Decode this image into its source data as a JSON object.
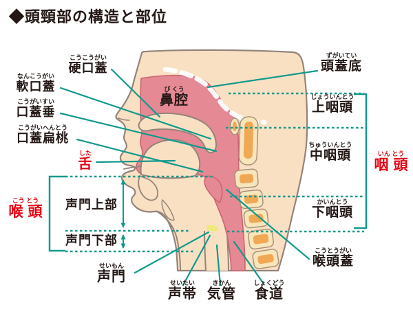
{
  "title": "◆頭頸部の構造と部位",
  "colors": {
    "accent_teal": "#12998C",
    "label_red": "#E60012",
    "text_dark": "#231815",
    "skin": "#F9E0C3",
    "cavity_pink": "#E58994",
    "vertebra_orange": "#F0A855",
    "vertebra_cream": "#F7E6BC",
    "glottis_yellow": "#EFE87D"
  },
  "labels": {
    "left": [
      {
        "furigana": "こうこうがい",
        "text": "硬口蓋"
      },
      {
        "furigana": "なんこうがい",
        "text": "軟口蓋"
      },
      {
        "furigana": "こうがいすい",
        "text": "口蓋垂"
      },
      {
        "furigana": "こうがいへんとう",
        "text": "口蓋扁桃"
      },
      {
        "furigana": "した",
        "text": "舌"
      }
    ],
    "larynx": {
      "furigana": "こう とう",
      "text": "喉頭"
    },
    "glottis_upper": "声門上部",
    "glottis_lower": "声門下部",
    "bottom": [
      {
        "furigana": "せいもん",
        "text": "声門"
      },
      {
        "furigana": "せいたい",
        "text": "声帯"
      },
      {
        "furigana": "きかん",
        "text": "気管"
      },
      {
        "furigana": "しょくどう",
        "text": "食道"
      }
    ],
    "right": [
      {
        "furigana": "ずがいてい",
        "text": "頭蓋底"
      },
      {
        "furigana": "じょういんとう",
        "text": "上咽頭"
      },
      {
        "furigana": "ちゅういんとう",
        "text": "中咽頭"
      },
      {
        "furigana": "かいんとう",
        "text": "下咽頭"
      },
      {
        "furigana": "こうとうがい",
        "text": "喉頭蓋"
      }
    ],
    "pharynx": {
      "furigana": "いん とう",
      "text": "咽頭"
    },
    "nasal": {
      "furigana": "び くう",
      "text": "鼻腔"
    }
  }
}
